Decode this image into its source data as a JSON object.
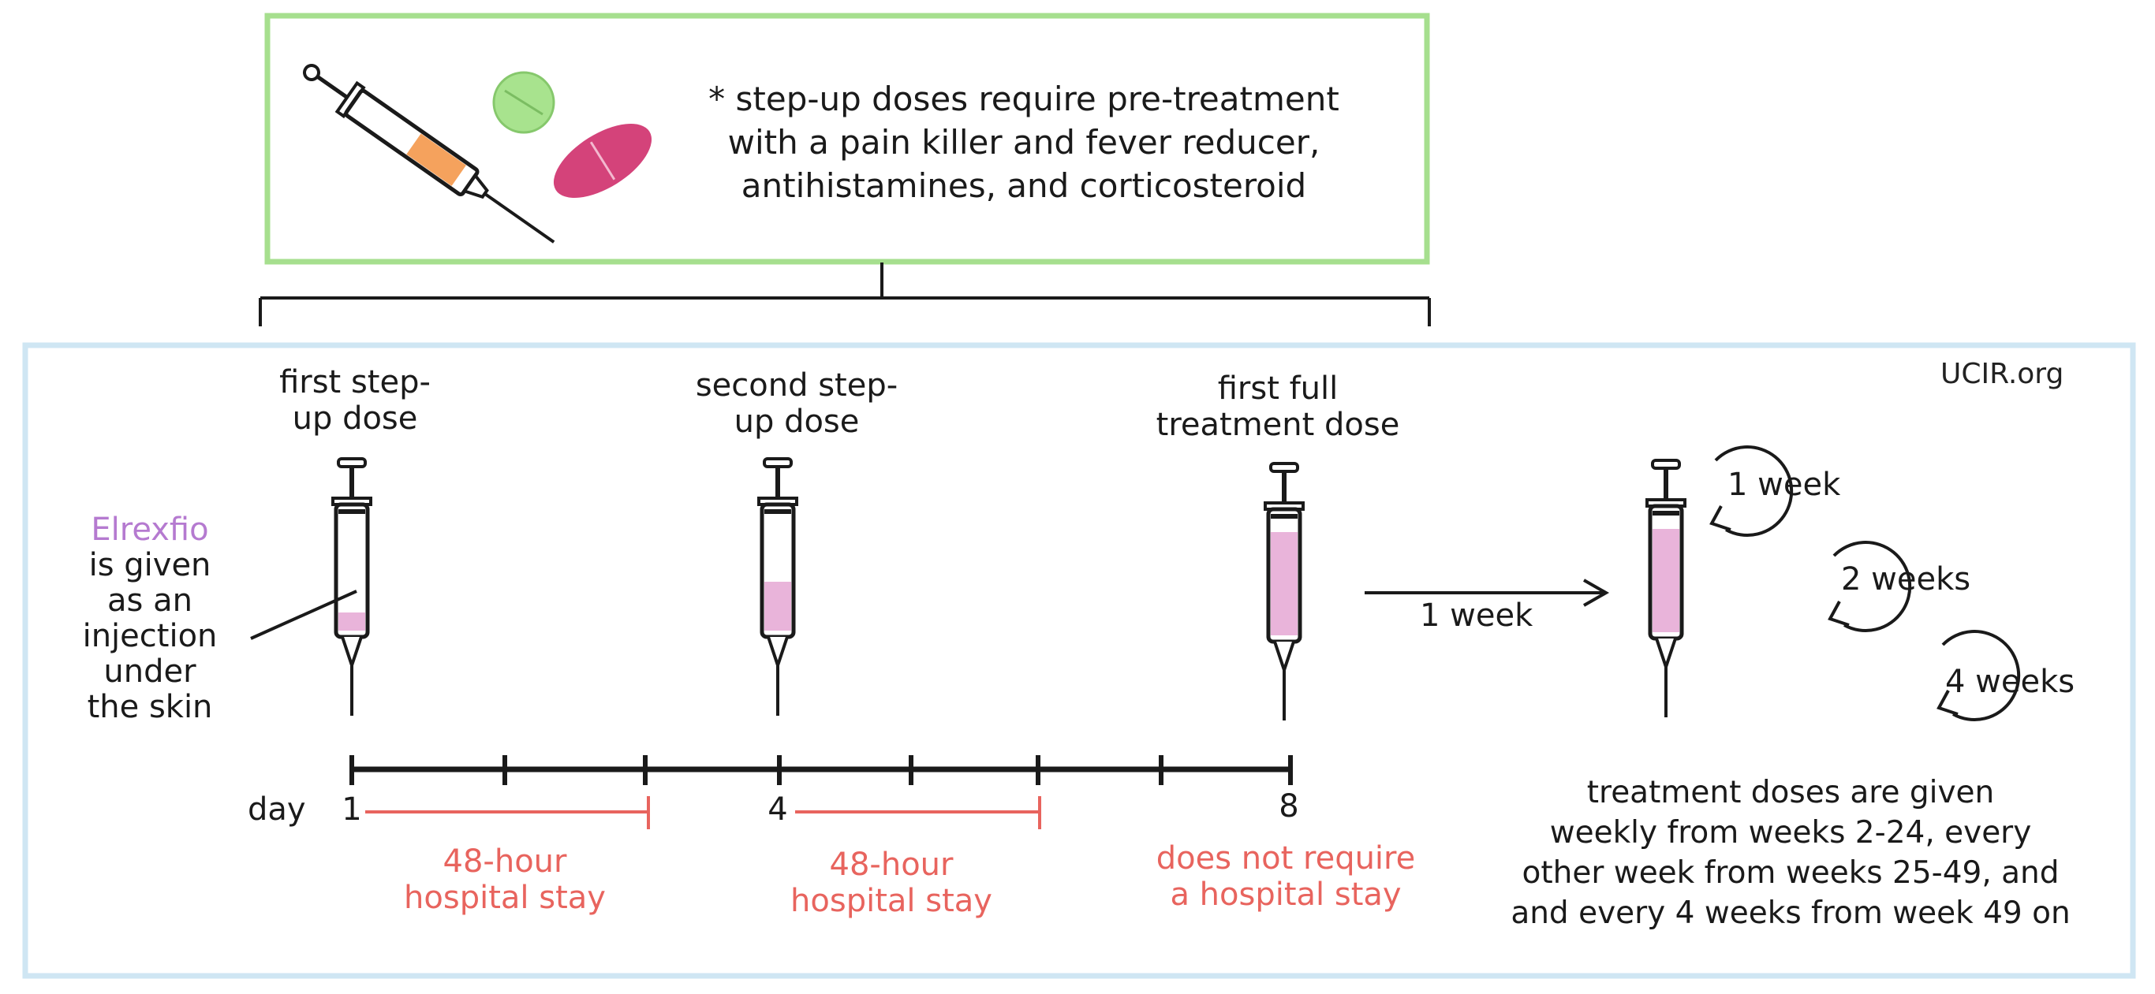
{
  "premed": {
    "lines": [
      "* step-up doses require pre-treatment",
      "with a pain killer and fever reducer,",
      "antihistamines, and corticosteroid"
    ]
  },
  "watermark": "UCIR.org",
  "drug_note": {
    "name": "Elrexfio",
    "lines": [
      "is given",
      "as an",
      "injection",
      "under",
      "the skin"
    ]
  },
  "doses": [
    {
      "title_lines": [
        "first step-",
        "up dose"
      ],
      "fill": 0.15,
      "day": "1",
      "stay_lines": [
        "48-hour",
        "hospital stay"
      ]
    },
    {
      "title_lines": [
        "second step-",
        "up dose"
      ],
      "fill": 0.4,
      "day": "4",
      "stay_lines": [
        "48-hour",
        "hospital stay"
      ]
    },
    {
      "title_lines": [
        "first full",
        "treatment dose"
      ],
      "fill": 0.85,
      "day": "8",
      "stay_lines": [
        "does not require",
        "a hospital stay"
      ]
    }
  ],
  "day_label": "day",
  "interval_label": "1 week",
  "maintenance": {
    "fill": 0.85,
    "cycles": [
      "1 week",
      "2 weeks",
      "4 weeks"
    ],
    "schedule_lines": [
      "treatment doses are given",
      "weekly from weeks 2-24, every",
      "other week from weeks 25-49, and",
      "and every 4 weeks from week 49 on"
    ]
  },
  "colors": {
    "green_border": "#a6df8e",
    "blue_border": "#cfe6f3",
    "pink_fill": "#e9b4da",
    "red_text": "#e8645e",
    "purple_text": "#b57ad0",
    "orange_fill": "#f5a25d",
    "pill_green": "#a8e38e",
    "pill_magenta": "#d4437a"
  }
}
